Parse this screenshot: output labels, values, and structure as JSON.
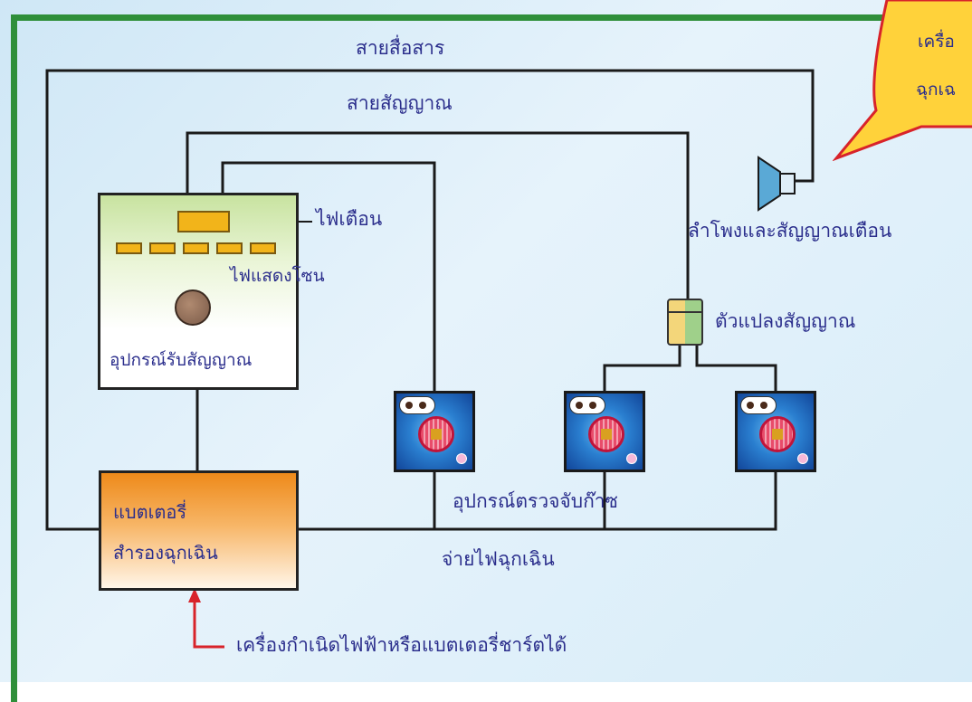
{
  "diagram": {
    "labels": {
      "comm_line": "สายสื่อสาร",
      "signal_line": "สายสัญญาณ",
      "warning_light": "ไฟเตือน",
      "zone_lights": "ไฟแสดงโซน",
      "receiver": "อุปกรณ์รับสัญญาณ",
      "speaker": "ลำโพงและสัญญาณเตือน",
      "converter": "ตัวแปลงสัญญาณ",
      "detectors": "อุปกรณ์ตรวจจับก๊าซ",
      "battery_line1": "แบตเตอรี่",
      "battery_line2": "สำรองฉุกเฉิน",
      "emergency_power": "จ่ายไฟฉุกเฉิน",
      "charger": "เครื่องกำเนิดไฟฟ้าหรือแบตเตอรี่ชาร์ตได้",
      "callout_line1": "เครื่อ",
      "callout_line2": "ฉุกเฉ"
    },
    "colors": {
      "background": "#dbeefa",
      "frame": "#2f8f3a",
      "label_text": "#2b2e8c",
      "wire": "#1a1a1a",
      "arrow": "#d8232a",
      "battery": "#ee8a1a",
      "warning_light": "#f2b41a",
      "callout": "#ffd23a"
    },
    "icons": [
      "speaker-icon",
      "gas-detector-icon",
      "signal-converter-icon",
      "alarm-knob-icon"
    ]
  }
}
